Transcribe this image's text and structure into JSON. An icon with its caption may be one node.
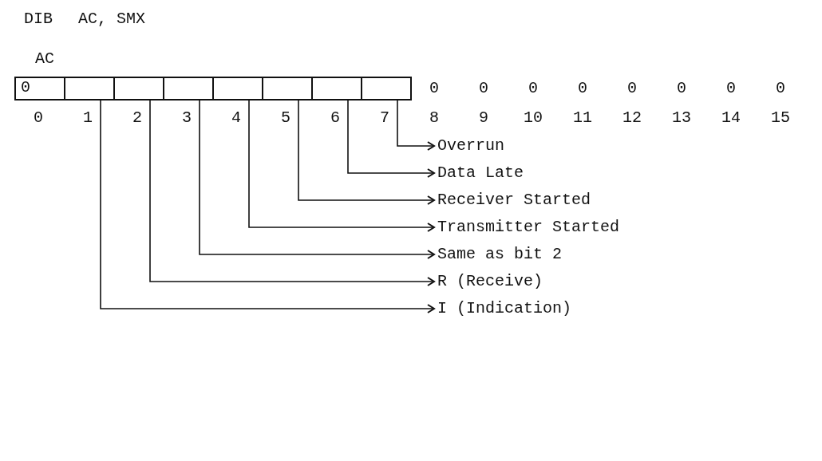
{
  "diagram": {
    "nodes": [
      {
        "text": [
          "0"
        ]
      },
      {
        "text": [],
        "shape": "box"
      },
      {
        "text": [],
        "shape": "box"
      },
      {
        "text": [],
        "shape": "box"
      },
      {
        "text": [],
        "shape": "box"
      },
      {
        "text": [],
        "shape": "box"
      },
      {
        "text": [],
        "shape": "box"
      },
      {
        "text": [],
        "shape": "box"
      },
      {
        "text": [
          "Overrun"
        ]
      },
      {
        "text": [
          "Data Late"
        ]
      },
      {
        "text": [
          "Receiver Started"
        ]
      },
      {
        "text": [
          "Transmitter Started"
        ]
      },
      {
        "text": [
          "Same as bit 2"
        ]
      },
      {
        "text": [
          "R (Receive)"
        ]
      },
      {
        "text": [
          "I (Indication)"
        ]
      }
    ],
    "edges": [
      {
        "from": 7,
        "to": 8,
        "arrow": "to"
      },
      {
        "from": 6,
        "to": 9,
        "arrow": "to"
      },
      {
        "from": 5,
        "to": 10,
        "arrow": "to"
      },
      {
        "from": 4,
        "to": 11,
        "arrow": "to"
      },
      {
        "from": 3,
        "to": 12,
        "arrow": "to"
      },
      {
        "from": 2,
        "to": 13,
        "arrow": "to"
      },
      {
        "from": 1,
        "to": 14,
        "arrow": "to"
      }
    ],
    "labels": [
      "DIB",
      "AC, SMX",
      "AC",
      "0",
      "0",
      "0",
      "0",
      "0",
      "0",
      "0",
      "0",
      "0",
      "1",
      "2",
      "3",
      "4",
      "5",
      "6",
      "7",
      "8",
      "9",
      "10",
      "11",
      "12",
      "13",
      "14",
      "15"
    ]
  }
}
